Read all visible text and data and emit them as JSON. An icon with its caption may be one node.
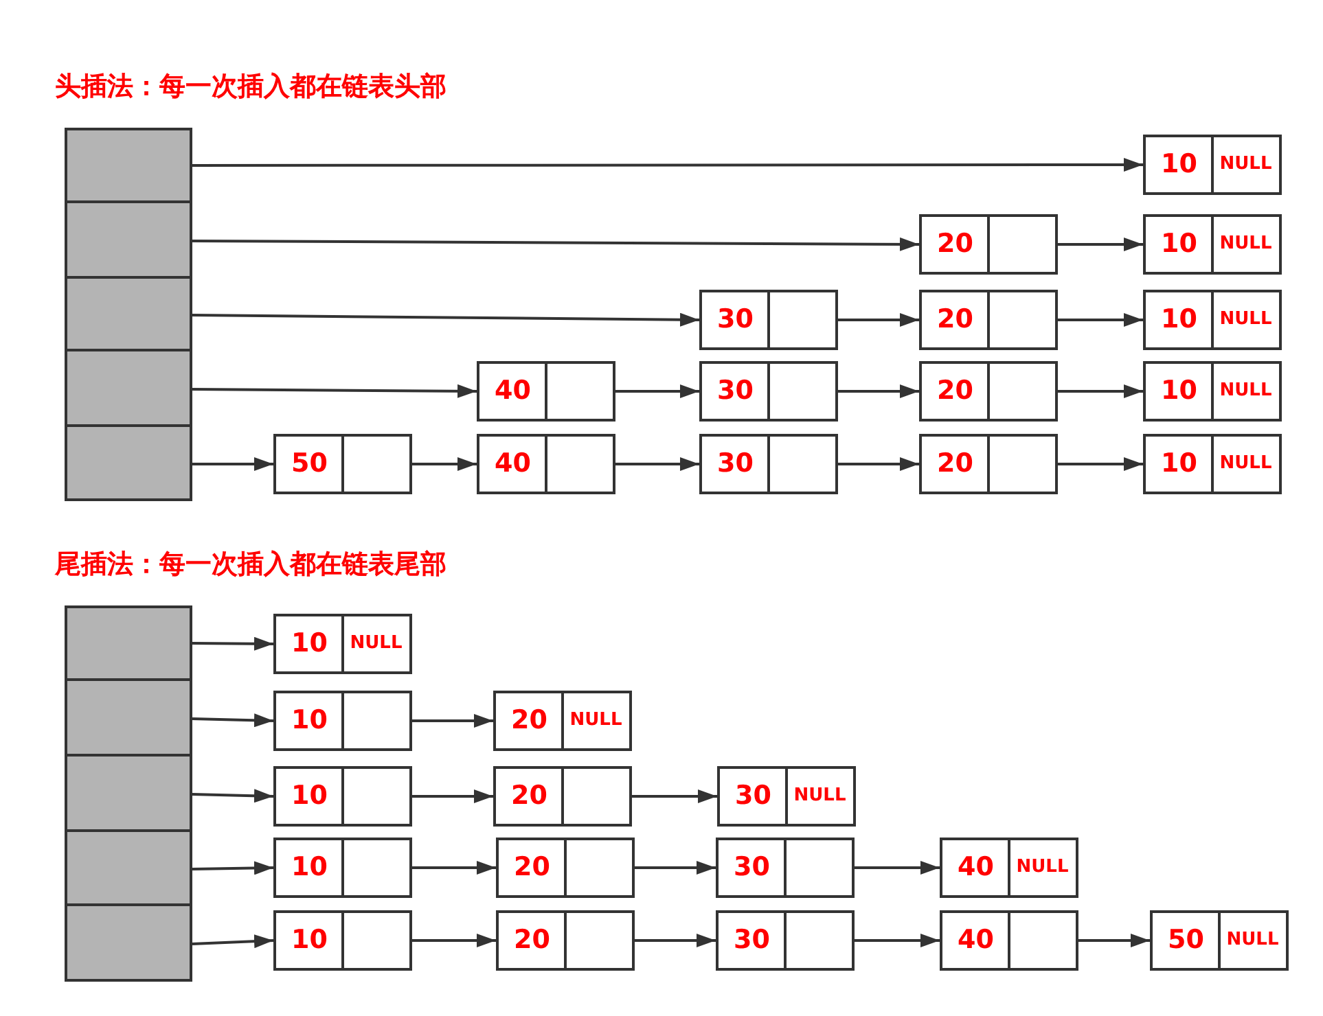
{
  "diagram": {
    "nodes": [
      {
        "text": [],
        "shape": "box"
      },
      {
        "text": [
          "10",
          "NULL"
        ]
      },
      {
        "text": [],
        "shape": "box"
      },
      {
        "text": [
          "20"
        ]
      },
      {
        "text": [
          "10",
          "NULL"
        ]
      },
      {
        "text": [],
        "shape": "box"
      },
      {
        "text": [
          "30"
        ]
      },
      {
        "text": [
          "20"
        ]
      },
      {
        "text": [
          "10",
          "NULL"
        ]
      },
      {
        "text": [],
        "shape": "box"
      },
      {
        "text": [
          "40"
        ]
      },
      {
        "text": [
          "30"
        ]
      },
      {
        "text": [
          "20"
        ]
      },
      {
        "text": [
          "10",
          "NULL"
        ]
      },
      {
        "text": [],
        "shape": "box"
      },
      {
        "text": [
          "50"
        ]
      },
      {
        "text": [
          "40"
        ]
      },
      {
        "text": [
          "30"
        ]
      },
      {
        "text": [
          "20"
        ]
      },
      {
        "text": [
          "10",
          "NULL"
        ]
      },
      {
        "text": [],
        "shape": "box"
      },
      {
        "text": [
          "10",
          "NULL"
        ]
      },
      {
        "text": [],
        "shape": "box"
      },
      {
        "text": [
          "10"
        ]
      },
      {
        "text": [
          "20",
          "NULL"
        ]
      },
      {
        "text": [],
        "shape": "box"
      },
      {
        "text": [
          "10"
        ]
      },
      {
        "text": [
          "20"
        ]
      },
      {
        "text": [
          "30",
          "NULL"
        ]
      },
      {
        "text": [],
        "shape": "box"
      },
      {
        "text": [
          "10"
        ]
      },
      {
        "text": [
          "20"
        ]
      },
      {
        "text": [
          "30"
        ]
      },
      {
        "text": [
          "40",
          "NULL"
        ]
      },
      {
        "text": [],
        "shape": "box"
      },
      {
        "text": [
          "10"
        ]
      },
      {
        "text": [
          "20"
        ]
      },
      {
        "text": [
          "30"
        ]
      },
      {
        "text": [
          "40"
        ]
      },
      {
        "text": [
          "50",
          "NULL"
        ]
      }
    ],
    "edges": [
      {
        "from": 0,
        "to": 1,
        "arrow": "to"
      },
      {
        "from": 2,
        "to": 3,
        "arrow": "to"
      },
      {
        "from": 3,
        "to": 4,
        "arrow": "to"
      },
      {
        "from": 5,
        "to": 6,
        "arrow": "to"
      },
      {
        "from": 6,
        "to": 7,
        "arrow": "to"
      },
      {
        "from": 7,
        "to": 8,
        "arrow": "to"
      },
      {
        "from": 9,
        "to": 10,
        "arrow": "to"
      },
      {
        "from": 10,
        "to": 11,
        "arrow": "to"
      },
      {
        "from": 11,
        "to": 12,
        "arrow": "to"
      },
      {
        "from": 12,
        "to": 13,
        "arrow": "to"
      },
      {
        "from": 14,
        "to": 15,
        "arrow": "to"
      },
      {
        "from": 15,
        "to": 16,
        "arrow": "to"
      },
      {
        "from": 16,
        "to": 17,
        "arrow": "to"
      },
      {
        "from": 17,
        "to": 18,
        "arrow": "to"
      },
      {
        "from": 18,
        "to": 19,
        "arrow": "to"
      },
      {
        "from": 20,
        "to": 21,
        "arrow": "to"
      },
      {
        "from": 22,
        "to": 23,
        "arrow": "to"
      },
      {
        "from": 23,
        "to": 24,
        "arrow": "to"
      },
      {
        "from": 25,
        "to": 26,
        "arrow": "to"
      },
      {
        "from": 26,
        "to": 27,
        "arrow": "to"
      },
      {
        "from": 27,
        "to": 28,
        "arrow": "to"
      },
      {
        "from": 29,
        "to": 30,
        "arrow": "to"
      },
      {
        "from": 30,
        "to": 31,
        "arrow": "to"
      },
      {
        "from": 31,
        "to": 32,
        "arrow": "to"
      },
      {
        "from": 32,
        "to": 33,
        "arrow": "to"
      },
      {
        "from": 34,
        "to": 35,
        "arrow": "to"
      },
      {
        "from": 35,
        "to": 36,
        "arrow": "to"
      },
      {
        "from": 36,
        "to": 37,
        "arrow": "to"
      },
      {
        "from": 37,
        "to": 38,
        "arrow": "to"
      },
      {
        "from": 38,
        "to": 39,
        "arrow": "to"
      }
    ],
    "labels": [
      "头插法：每一次插入都在链表头部",
      "尾插法：每一次插入都在链表尾部"
    ]
  }
}
